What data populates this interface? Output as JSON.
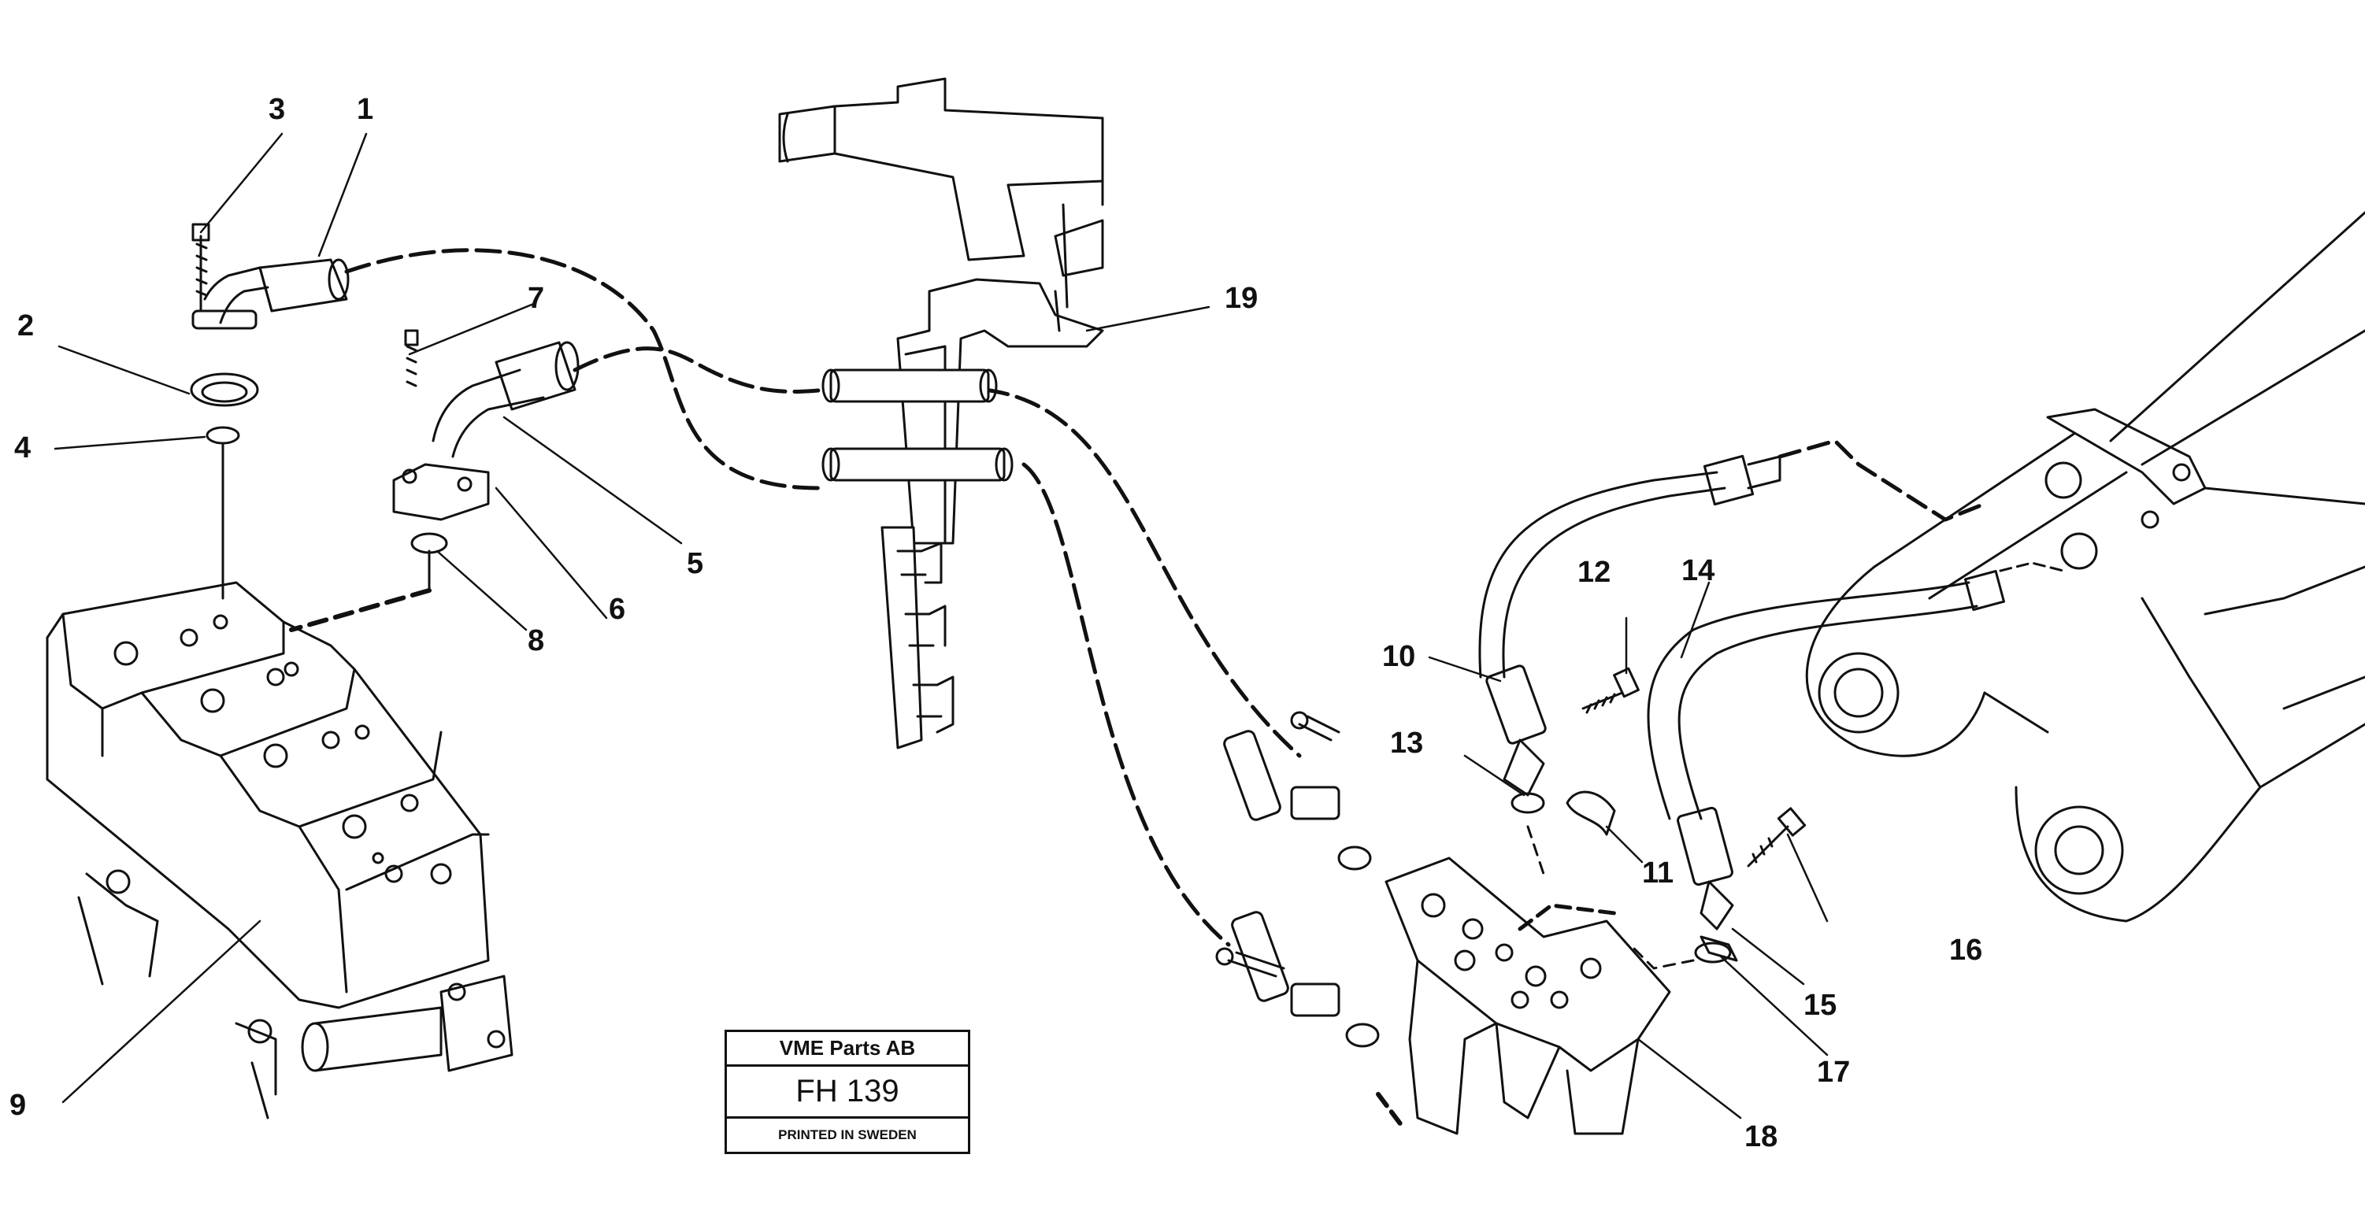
{
  "callouts": {
    "c1": "1",
    "c2": "2",
    "c3": "3",
    "c4": "4",
    "c5": "5",
    "c6": "6",
    "c7": "7",
    "c8": "8",
    "c9": "9",
    "c10": "10",
    "c11": "11",
    "c12": "12",
    "c13": "13",
    "c14": "14",
    "c15": "15",
    "c16": "16",
    "c17": "17",
    "c18": "18",
    "c19": "19"
  },
  "stamp": {
    "company": "VME Parts AB",
    "code": "FH 139",
    "printed": "PRINTED IN SWEDEN"
  },
  "colors": {
    "ink": "#111111",
    "paper": "#ffffff"
  }
}
